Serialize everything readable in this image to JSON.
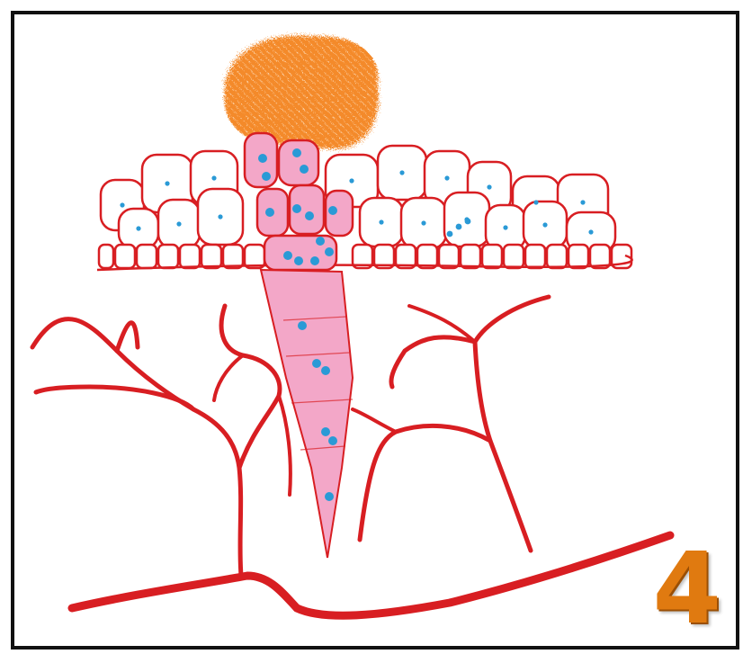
{
  "figure": {
    "panel_label": "4"
  },
  "colors": {
    "frame": "#111111",
    "vessel": "#d81e22",
    "cell_outline": "#d81e22",
    "nucleus": "#2a9ad6",
    "mass": "#f48a2a",
    "invading_cells_fill": "#f3a7c8",
    "label": "#e07a10"
  },
  "icons": [
    "orange-mass-illustration",
    "epithelium-illustration",
    "invasive-cone-illustration",
    "blood-vessel-illustration"
  ]
}
